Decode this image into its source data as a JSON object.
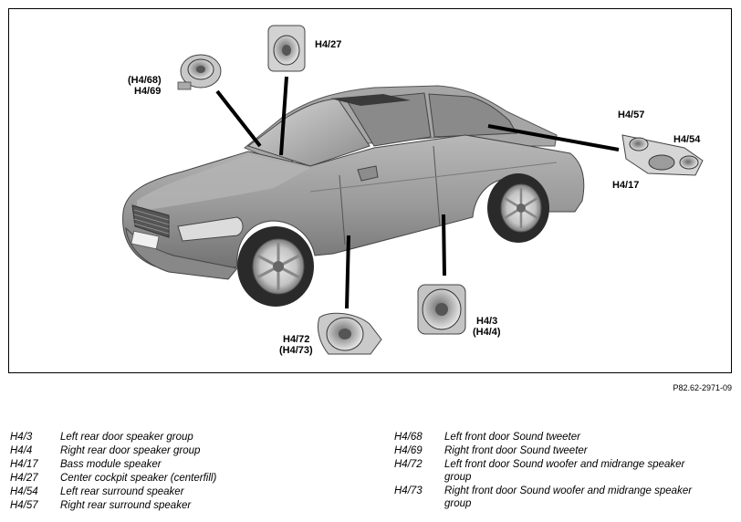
{
  "callouts": {
    "h4_27": "H4/27",
    "h4_68_69_line1": "(H4/68)",
    "h4_68_69_line2": "H4/69",
    "h4_57": "H4/57",
    "h4_54": "H4/54",
    "h4_17": "H4/17",
    "h4_72_73_line1": "H4/72",
    "h4_72_73_line2": "(H4/73)",
    "h4_3_4_line1": "H4/3",
    "h4_3_4_line2": "(H4/4)"
  },
  "figure_reference": "P82.62-2971-09",
  "legend": {
    "left": [
      {
        "code": "H4/3",
        "description": "Left rear door speaker group"
      },
      {
        "code": "H4/4",
        "description": "Right rear door speaker group"
      },
      {
        "code": "H4/17",
        "description": "Bass module speaker"
      },
      {
        "code": "H4/27",
        "description": "Center cockpit speaker (centerfill)"
      },
      {
        "code": "H4/54",
        "description": "Left rear surround speaker"
      },
      {
        "code": "H4/57",
        "description": "Right rear surround speaker"
      }
    ],
    "right": [
      {
        "code": "H4/68",
        "description": "Left front door Sound tweeter"
      },
      {
        "code": "H4/69",
        "description": "Right front door Sound tweeter"
      },
      {
        "code": "H4/72",
        "description": "Left front door Sound woofer and midrange speaker",
        "description_line2": "group"
      },
      {
        "code": "H4/73",
        "description": "Right front door Sound woofer and midrange speaker",
        "description_line2": "group"
      }
    ]
  }
}
